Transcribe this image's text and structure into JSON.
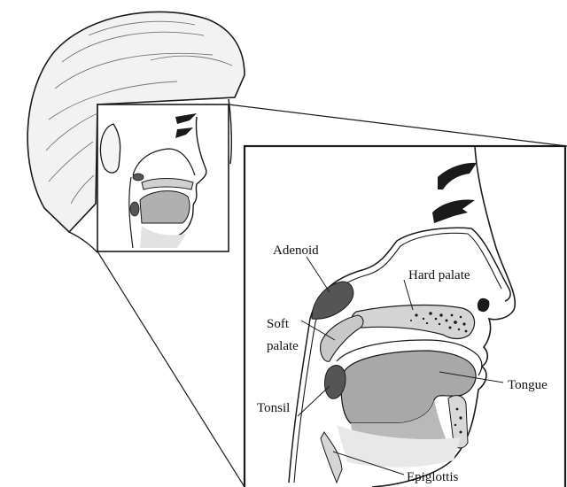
{
  "labels": {
    "adenoid": "Adenoid",
    "hard_palate": "Hard palate",
    "soft_palate_line1": "Soft",
    "soft_palate_line2": "palate",
    "tongue": "Tongue",
    "tonsil": "Tonsil",
    "epiglottis": "Epiglottis"
  },
  "colors": {
    "outline": "#1a1a1a",
    "tissue_gray": "#9a9a9a",
    "light_gray": "#c8c8c8",
    "pale_gray": "#e6e6e6",
    "dark_gray": "#555555"
  }
}
